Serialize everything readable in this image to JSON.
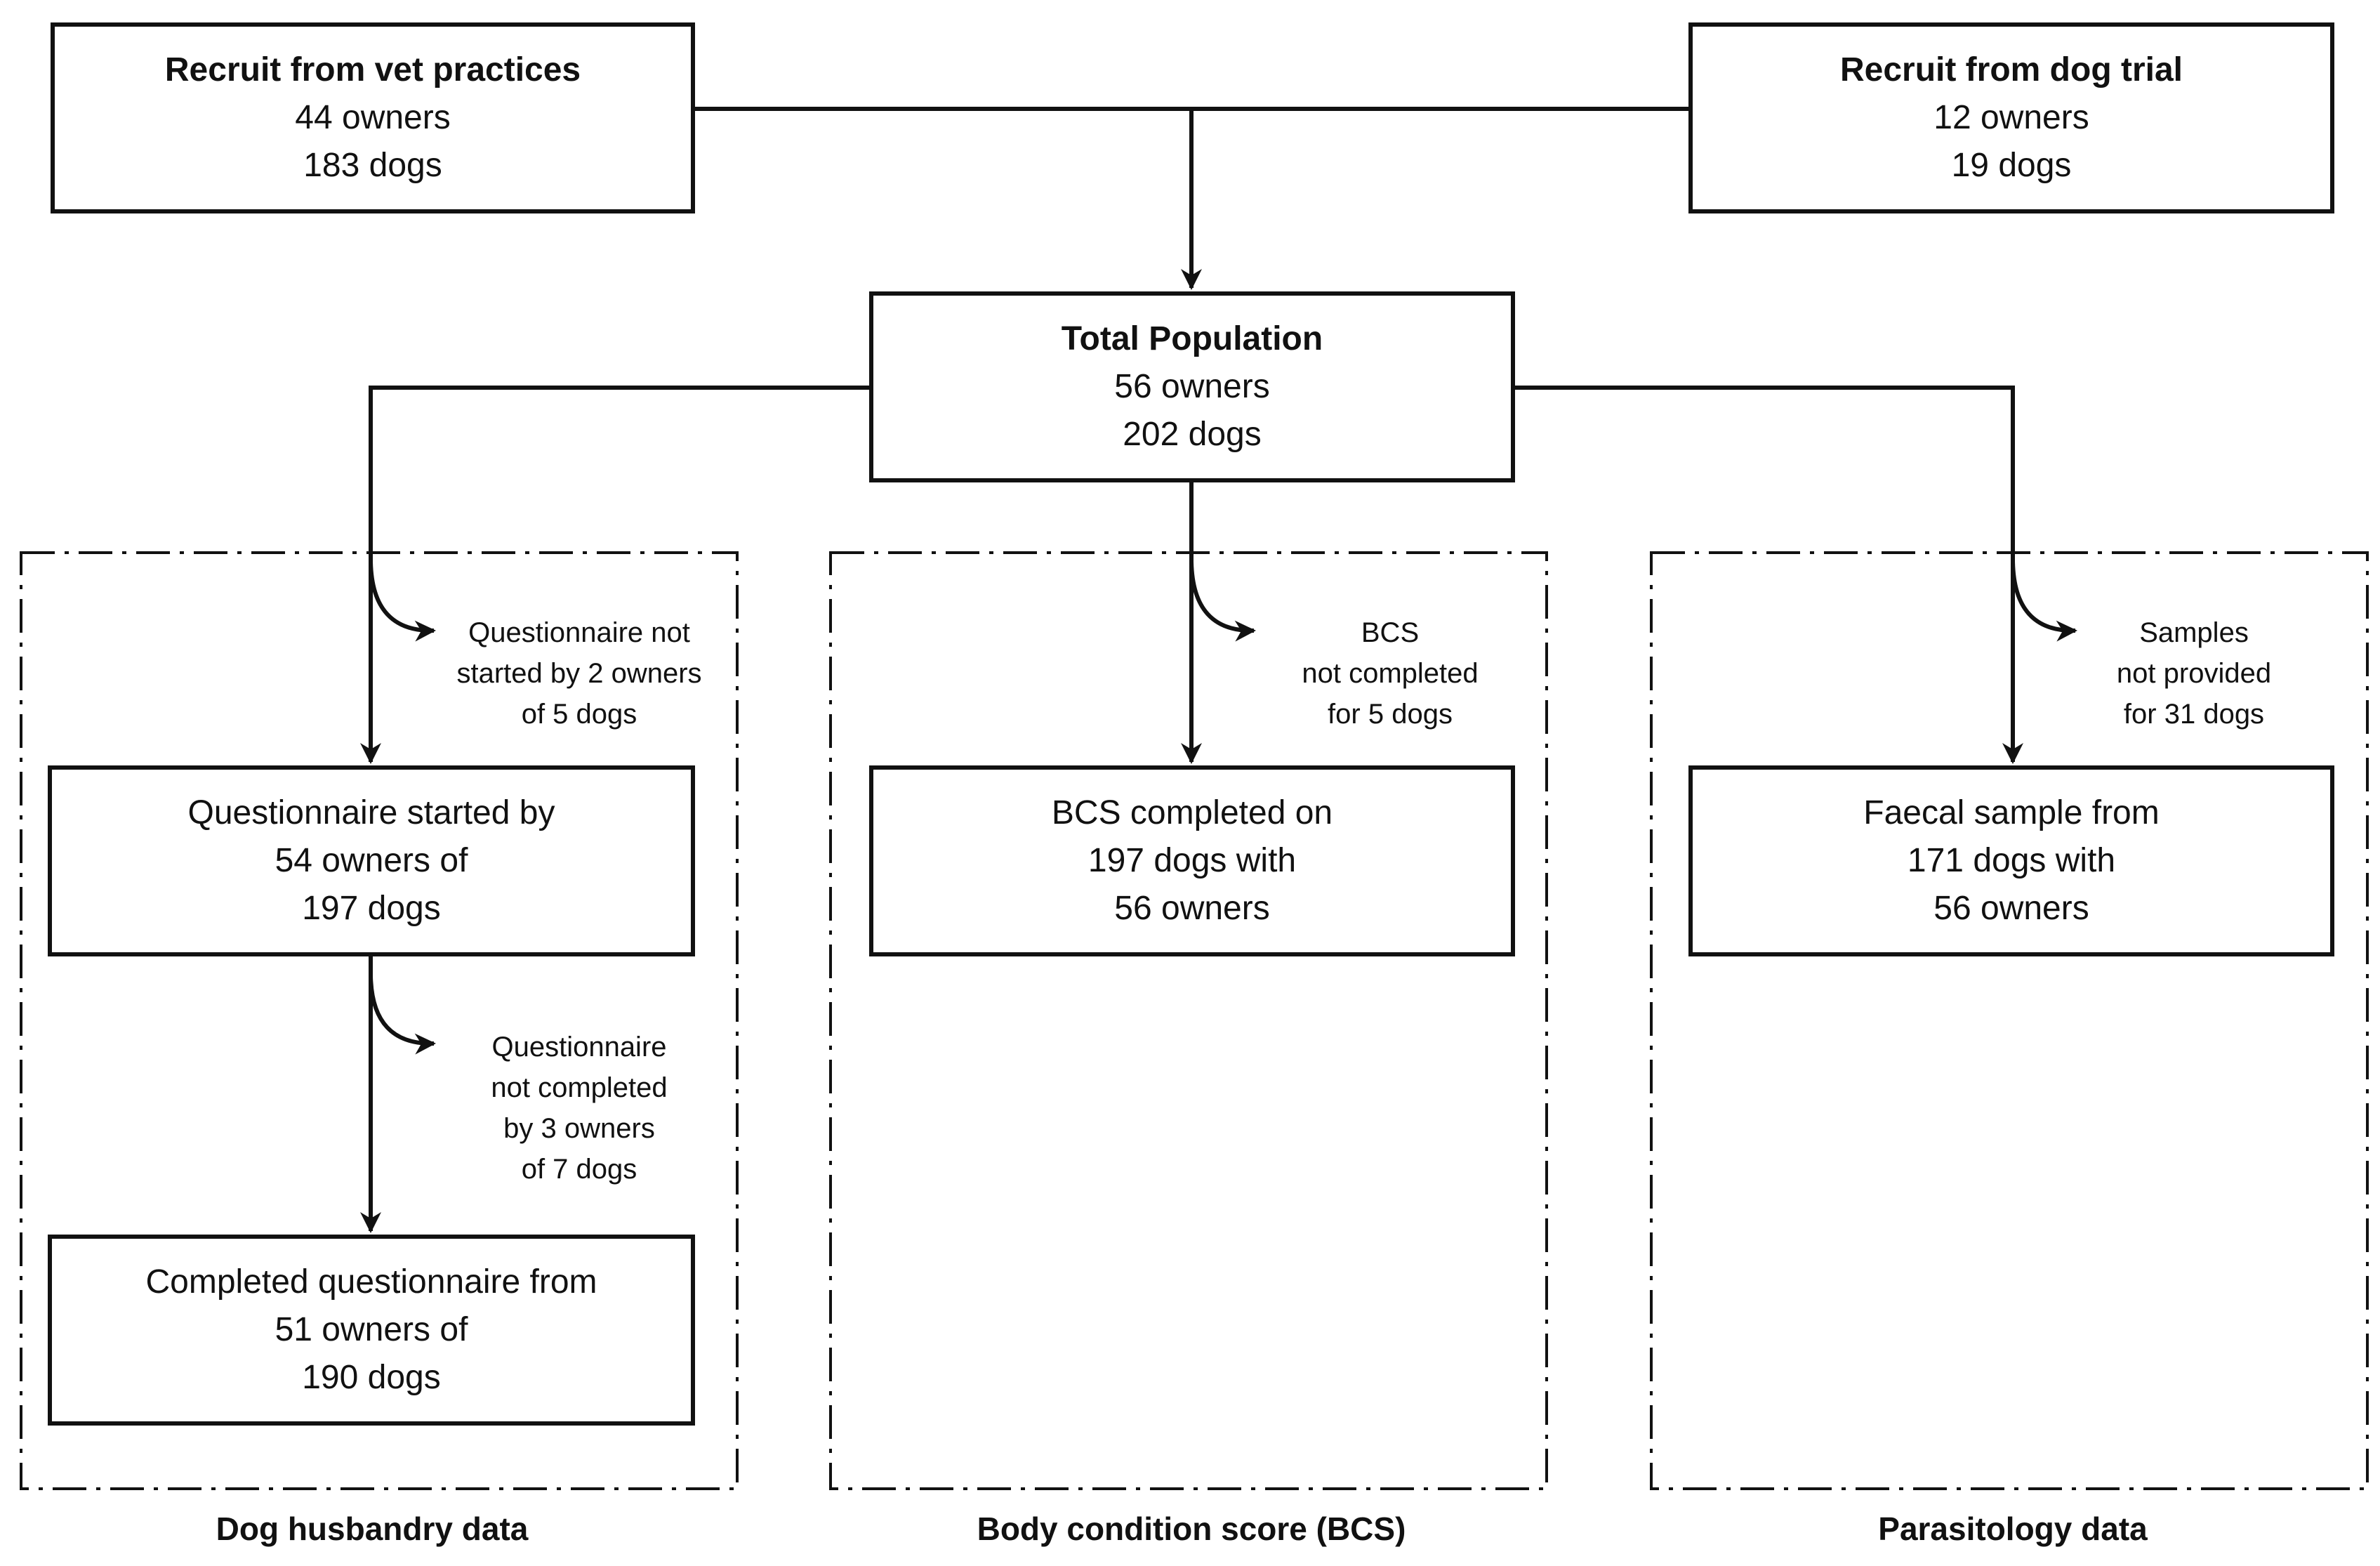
{
  "recruit_vet": {
    "title": "Recruit from vet practices",
    "owners": "44 owners",
    "dogs": "183 dogs"
  },
  "recruit_trial": {
    "title": "Recruit from dog trial",
    "owners": "12 owners",
    "dogs": "19 dogs"
  },
  "total": {
    "title": "Total Population",
    "owners": "56 owners",
    "dogs": "202 dogs"
  },
  "husbandry": {
    "label": "Dog husbandry data",
    "excluded1": [
      "Questionnaire not",
      "started by 2 owners",
      "of 5 dogs"
    ],
    "started": [
      "Questionnaire started by",
      "54 owners of",
      "197 dogs"
    ],
    "excluded2": [
      "Questionnaire",
      "not completed",
      "by 3 owners",
      "of 7 dogs"
    ],
    "completed": [
      "Completed questionnaire from",
      "51 owners of",
      "190 dogs"
    ]
  },
  "bcs": {
    "label": "Body condition score (BCS)",
    "excluded": [
      "BCS",
      "not completed",
      "for 5 dogs"
    ],
    "completed": [
      "BCS completed on",
      "197 dogs with",
      "56 owners"
    ]
  },
  "parasitology": {
    "label": "Parasitology data",
    "excluded": [
      "Samples",
      "not provided",
      "for 31 dogs"
    ],
    "completed": [
      "Faecal sample from",
      "171 dogs with",
      "56 owners"
    ]
  }
}
